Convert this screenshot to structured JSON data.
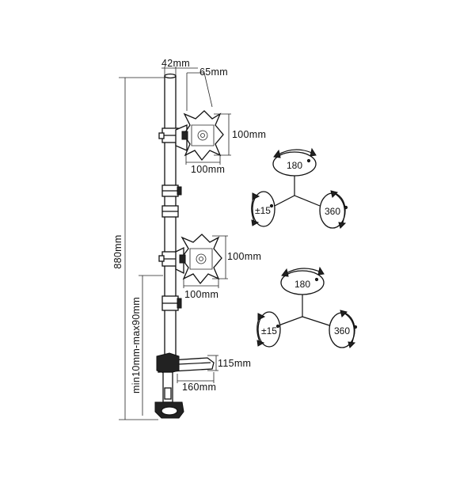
{
  "dimensions": {
    "pole_width": "42mm",
    "arm_offset": "65mm",
    "upper_vesa_height": "100mm",
    "upper_vesa_width": "100mm",
    "lower_vesa_height": "100mm",
    "lower_vesa_width": "100mm",
    "total_height": "880mm",
    "clamp_range": "min10mm-max90mm",
    "clamp_depth": "115mm",
    "base_width": "160mm"
  },
  "rotation_upper": {
    "tilt": "180",
    "swivel": "±15",
    "rotate": "360"
  },
  "rotation_lower": {
    "tilt": "180",
    "swivel": "±15",
    "rotate": "360"
  }
}
